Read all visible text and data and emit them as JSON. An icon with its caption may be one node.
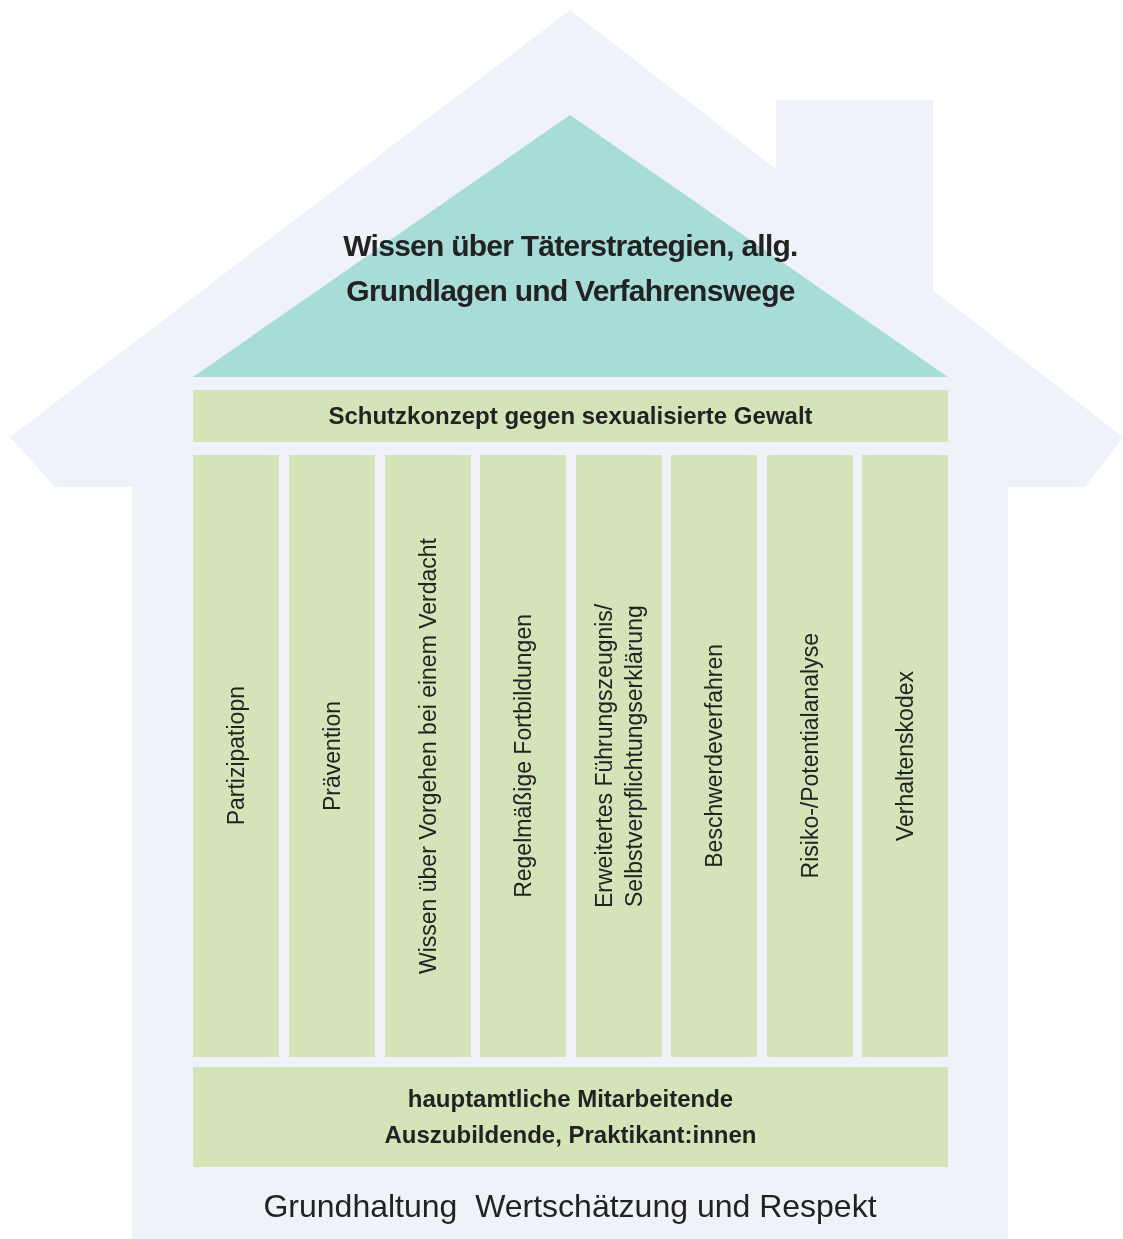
{
  "diagram": {
    "nodes": [
      {
        "text": [
          "Grundhaltung  Wertschätzung und Respekt"
        ]
      },
      {
        "text": [
          "Wissen über Täterstrategien, allg. Grundlagen und Verfahrenswege"
        ],
        "in": 0
      },
      {
        "text": [
          "Schutzkonzept gegen sexualisierte Gewalt"
        ],
        "in": 0
      },
      {
        "text": [
          "Partizipatiopn"
        ],
        "in": 0
      },
      {
        "text": [
          "Prävention"
        ],
        "in": 0
      },
      {
        "text": [
          "Wissen über Vorgehen bei einem Verdacht"
        ],
        "in": 0
      },
      {
        "text": [
          "Regelmäßige Fortbildungen"
        ],
        "in": 0
      },
      {
        "text": [
          "Erweitertes Führungszeugnis/ Selbstverpflichtungserklärung"
        ],
        "in": 0
      },
      {
        "text": [
          "Beschwerdeverfahren"
        ],
        "in": 0
      },
      {
        "text": [
          "Risiko-/Potentialanalyse"
        ],
        "in": 0
      },
      {
        "text": [
          "Verhaltenskodex"
        ],
        "in": 0
      },
      {
        "text": [
          "hauptamtliche Mitarbeitende",
          "Auszubildende, Praktikant:innen"
        ],
        "in": 0
      }
    ]
  }
}
